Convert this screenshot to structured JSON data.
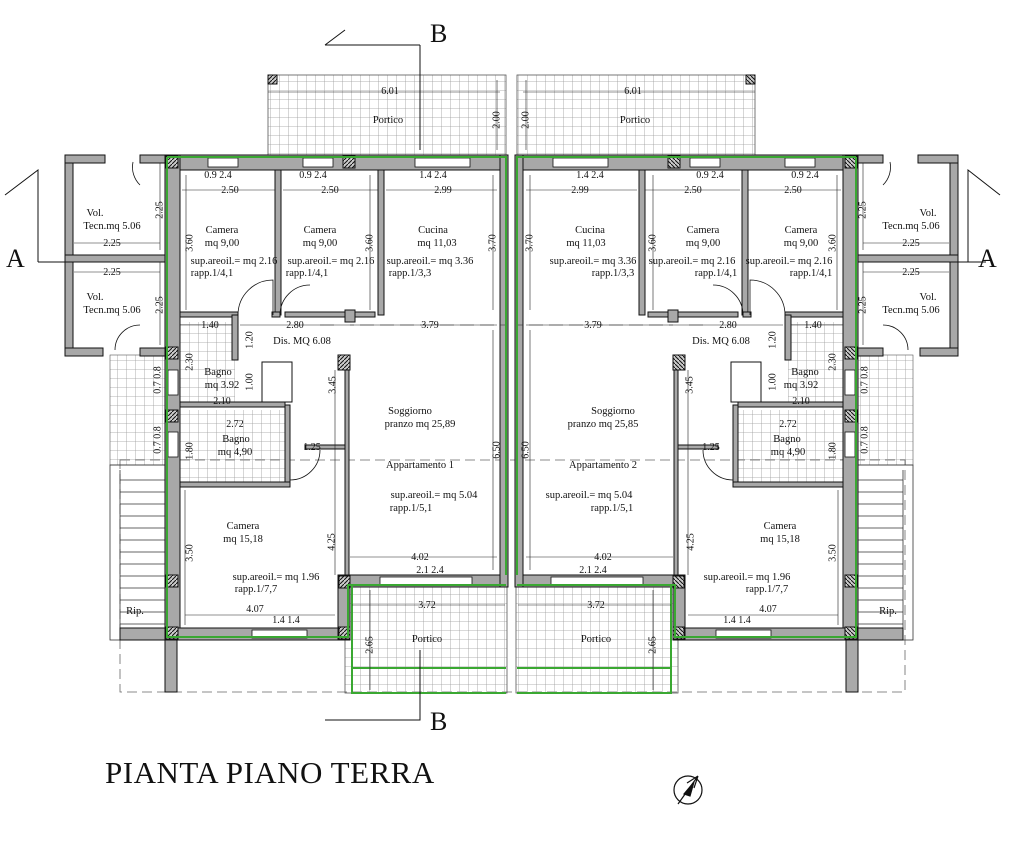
{
  "title": "PIANTA PIANO TERRA",
  "section_markers": {
    "a_left": "A",
    "a_right": "A",
    "b_top": "B",
    "b_bottom": "B"
  },
  "colors": {
    "wall": "#a8a8a8",
    "outline": "#3aa832",
    "tile": "#9a9a9a"
  },
  "apartments": [
    {
      "name": "Appartamento 1",
      "rooms": {
        "camera1": {
          "name": "Camera",
          "area": "mq 9,00",
          "sup": "sup.areoil.= mq 2.16",
          "rapp": "rapp.1/4,1"
        },
        "camera2": {
          "name": "Camera",
          "area": "mq 9,00",
          "sup": "sup.areoil.= mq 2.16",
          "rapp": "rapp.1/4,1"
        },
        "cucina": {
          "name": "Cucina",
          "area": "mq 11,03",
          "sup": "sup.areoil.= mq 3.36",
          "rapp": "rapp.1/3,3"
        },
        "vol1": {
          "name": "Vol.",
          "area": "Tecn.mq 5.06"
        },
        "vol2": {
          "name": "Vol.",
          "area": "Tecn.mq 5.06"
        },
        "dis": {
          "name": "Dis. MQ 6.08"
        },
        "soggiorno": {
          "name": "Soggiorno",
          "area": "pranzo mq 25,89",
          "sup": "sup.areoil.= mq 5.04",
          "rapp": "rapp.1/5,1"
        },
        "bagno1": {
          "name": "Bagno",
          "area": "mq 3.92"
        },
        "bagno2": {
          "name": "Bagno",
          "area": "mq 4,90"
        },
        "camera3": {
          "name": "Camera",
          "area": "mq 15,18",
          "sup": "sup.areoil.= mq 1.96",
          "rapp": "rapp.1/7,7"
        },
        "rip": {
          "name": "Rip."
        },
        "portico_top": {
          "name": "Portico"
        },
        "portico_bottom": {
          "name": "Portico"
        }
      },
      "dimensions": [
        "6.01",
        "2.00",
        "0.9 2.4",
        "0.9 2.4",
        "1.4 2.4",
        "2.50",
        "2.50",
        "2.99",
        "3.60",
        "3.60",
        "3.70",
        "2.25",
        "2.25",
        "2.25",
        "2.25",
        "1.40",
        "2.80",
        "3.79",
        "1.20",
        "2.30",
        "1.00",
        "2.10",
        "2.72",
        "1.80",
        "1.25",
        "3.45",
        "6.50",
        "4.02",
        "2.1 2.4",
        "3.50",
        "4.25",
        "4.07",
        "1.4 1.4",
        "3.72",
        "2.65",
        "0.7 0.8",
        "0.7 0.8"
      ]
    },
    {
      "name": "Appartamento 2",
      "rooms": {
        "camera1": {
          "name": "Camera",
          "area": "mq 9,00",
          "sup": "sup.areoil.= mq 2.16",
          "rapp": "rapp.1/4,1"
        },
        "camera2": {
          "name": "Camera",
          "area": "mq 9,00",
          "sup": "sup.areoil.= mq 2.16",
          "rapp": "rapp.1/4,1"
        },
        "cucina": {
          "name": "Cucina",
          "area": "mq 11,03",
          "sup": "sup.areoil.= mq 3.36",
          "rapp": "rapp.1/3,3"
        },
        "vol1": {
          "name": "Vol.",
          "area": "Tecn.mq 5.06"
        },
        "vol2": {
          "name": "Vol.",
          "area": "Tecn.mq 5.06"
        },
        "dis": {
          "name": "Dis. MQ 6.08"
        },
        "soggiorno": {
          "name": "Soggiorno",
          "area": "pranzo mq 25,85",
          "sup": "sup.areoil.= mq 5.04",
          "rapp": "rapp.1/5,1"
        },
        "bagno1": {
          "name": "Bagno",
          "area": "mq 3.92"
        },
        "bagno2": {
          "name": "Bagno",
          "area": "mq 4,90"
        },
        "camera3": {
          "name": "Camera",
          "area": "mq 15,18",
          "sup": "sup.areoil.= mq 1.96",
          "rapp": "rapp.1/7,7"
        },
        "rip": {
          "name": "Rip."
        },
        "portico_top": {
          "name": "Portico"
        },
        "portico_bottom": {
          "name": "Portico"
        }
      },
      "dimensions": [
        "6.01",
        "2.00",
        "0.9 2.4",
        "0.9 2.4",
        "1.4 2.4",
        "2.50",
        "2.50",
        "2.99",
        "3.60",
        "3.60",
        "3.70",
        "2.25",
        "2.25",
        "2.25",
        "2.25",
        "1.40",
        "2.80",
        "3.79",
        "1.20",
        "2.30",
        "1.00",
        "2.10",
        "2.72",
        "1.80",
        "1.25",
        "3.45",
        "6.50",
        "4.02",
        "2.1 2.4",
        "3.50",
        "4.25",
        "4.07",
        "1.4 1.4",
        "3.72",
        "2.65",
        "0.7 0.8",
        "0.7 0.8"
      ]
    }
  ]
}
